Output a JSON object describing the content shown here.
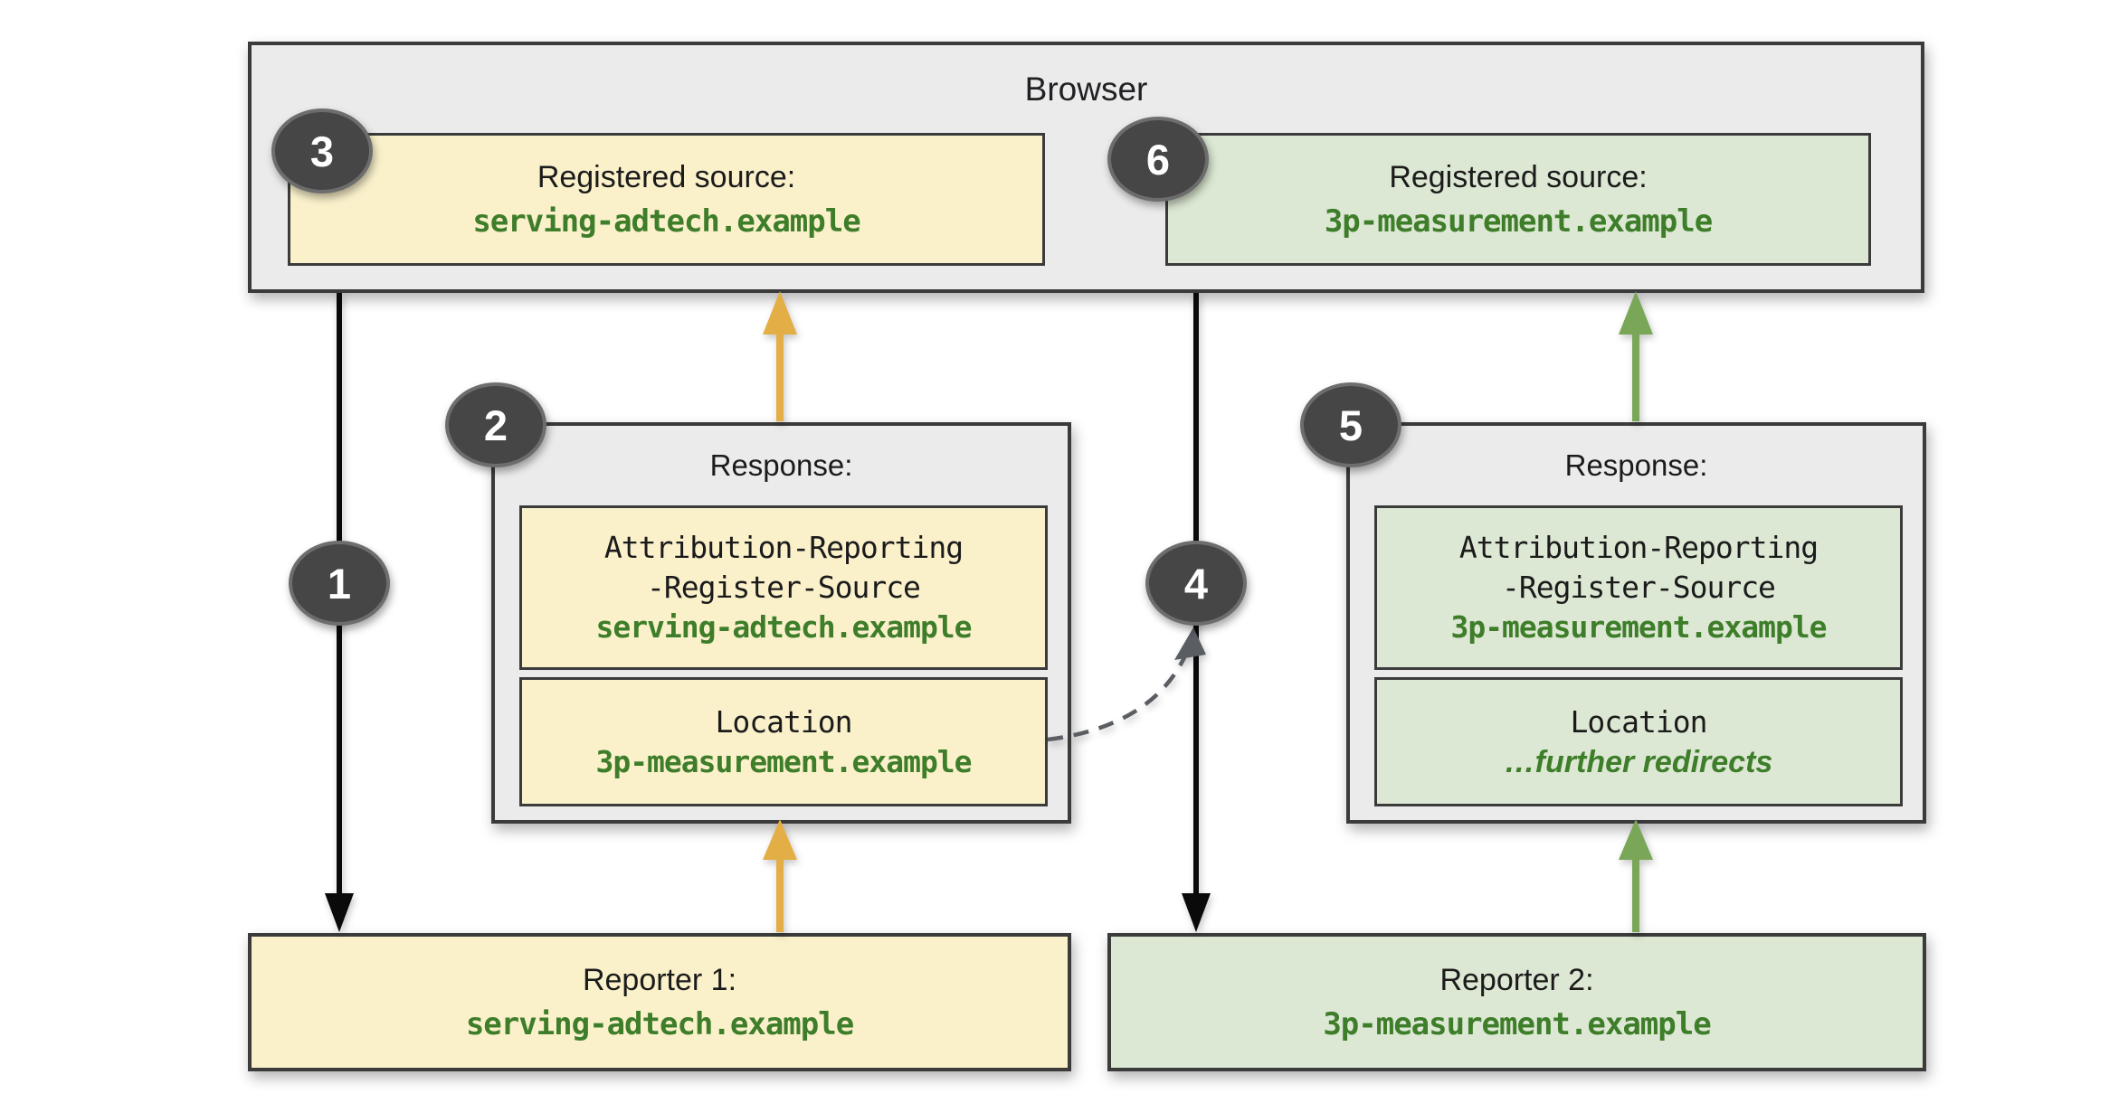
{
  "browser": {
    "title": "Browser"
  },
  "steps": {
    "s1": "1",
    "s2": "2",
    "s3": "3",
    "s4": "4",
    "s5": "5",
    "s6": "6"
  },
  "registered_sources": [
    {
      "label": "Registered source:",
      "domain": "serving-adtech.example"
    },
    {
      "label": "Registered source:",
      "domain": "3p-measurement.example"
    }
  ],
  "responses": [
    {
      "title": "Response:",
      "header_line1": "Attribution-Reporting",
      "header_line2": "-Register-Source",
      "header_domain": "serving-adtech.example",
      "location_label": "Location",
      "location_value": "3p-measurement.example"
    },
    {
      "title": "Response:",
      "header_line1": "Attribution-Reporting",
      "header_line2": "-Register-Source",
      "header_domain": "3p-measurement.example",
      "location_label": "Location",
      "location_value": "…further redirects"
    }
  ],
  "reporters": [
    {
      "title": "Reporter 1:",
      "domain": "serving-adtech.example"
    },
    {
      "title": "Reporter 2:",
      "domain": "3p-measurement.example"
    }
  ],
  "colors": {
    "gray_fill": "#ebebeb",
    "yellow_fill": "#faf1cb",
    "green_fill": "#dce8d3",
    "border": "#3b3b3b",
    "green_text": "#3e7d2a",
    "black_arrow": "#0a0a0a",
    "yellow_arrow": "#e2ae45",
    "green_arrow": "#79a757",
    "dashed_arrow": "#5a5e63",
    "badge_fill": "#464646",
    "badge_text": "#ffffff"
  }
}
